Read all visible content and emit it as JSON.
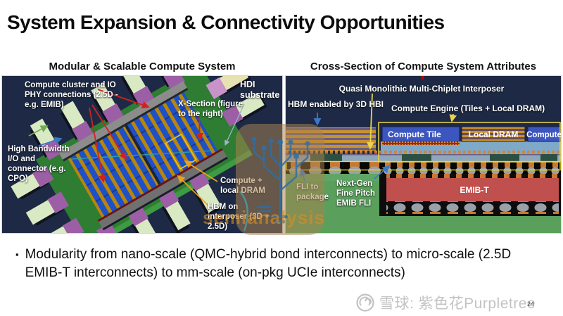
{
  "slide": {
    "title": "System Expansion & Connectivity Opportunities",
    "bullet": "Modularity from nano-scale (QMC-hybrid bond interconnects) to micro-scale (2.5D EMIB-T interconnects) to mm-scale (on-pkg UCIe interconnects)",
    "bullet_marker": "▪",
    "page_number": "24",
    "watermark_brand": "semianalysis",
    "footer_watermark": "雪球: 紫色花Purpletree"
  },
  "left_panel": {
    "title": "Modular & Scalable Compute System",
    "labels": {
      "compute_cluster": "Compute cluster and IO PHY connections (2.5D - e.g. EMIB)",
      "x_section": "X-Section (figure to the right)",
      "hdi_substrate": "HDI substrate",
      "high_bandwidth": "High Bandwidth I/O and connector (e.g. CPO)",
      "compute_dram": "Compute + local DRAM",
      "hbm_interposer": "HBM on interposer (3D + 2.5D)"
    }
  },
  "right_panel": {
    "title": "Cross-Section of Compute System Attributes",
    "labels": {
      "quasi_interposer": "Quasi Monolithic Multi-Chiplet Interposer",
      "hbm_hbi": "HBM enabled by 3D HBI",
      "compute_engine": "Compute Engine (Tiles + Local DRAM)",
      "compute_tile": "Compute Tile",
      "local_dram": "Local DRAM",
      "compute": "Compute",
      "fli_to_package": "FLI to package",
      "next_gen_fli": "Next-Gen Fine Pitch EMIB FLI",
      "emib_t": "EMIB-T"
    }
  },
  "colors": {
    "background_navy": "#1e2a45",
    "board_green": "#2e7d32",
    "substrate_green": "#5aa05c",
    "die_blue": "#1e50c8",
    "gold": "#b8860b",
    "chiplet_purple": "#9c5fa5",
    "connector_cream": "#d9e9c3",
    "emib_red": "#c0504d",
    "highlight_yellow": "#f0d011",
    "interposer_blue": "#7fa9c9",
    "bump_orange": "#e08020",
    "arrow_red": "#d42020",
    "arrow_blue": "#3a78c8",
    "arrow_green": "#6fae4f"
  }
}
